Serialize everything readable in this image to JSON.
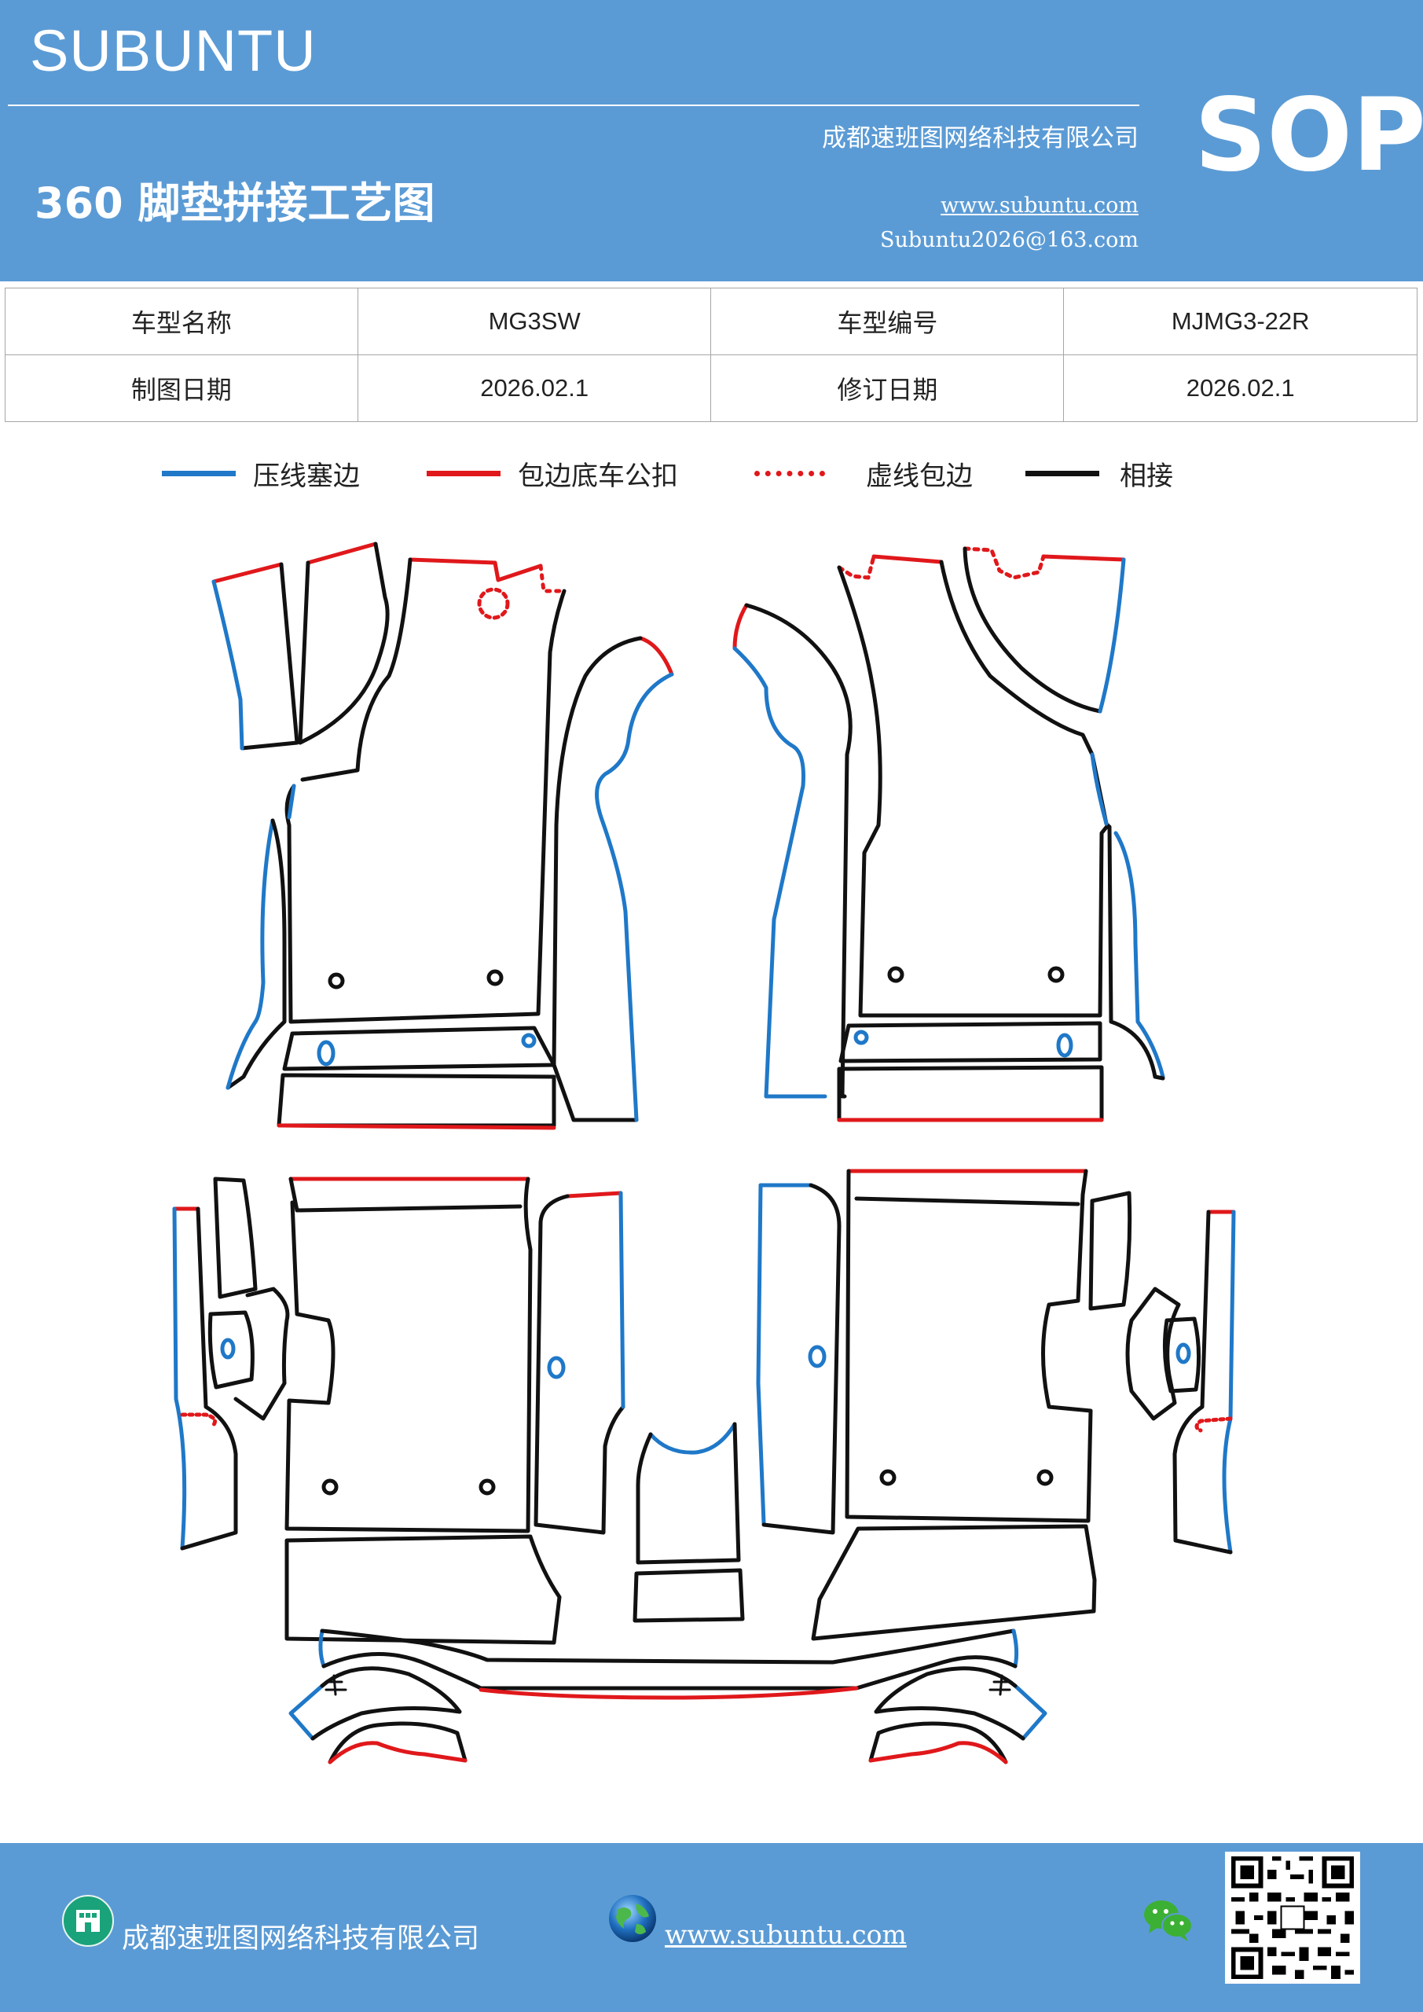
{
  "header": {
    "brand": "SUBUNTU",
    "badge": "SOP",
    "title": "360 脚垫拼接工艺图",
    "company": "成都速班图网络科技有限公司",
    "website": "www.subuntu.com",
    "email": "Subuntu2026@163.com"
  },
  "info_table": {
    "rows": [
      [
        "车型名称",
        "MG3SW",
        "车型编号",
        "MJMG3-22R"
      ],
      [
        "制图日期",
        "2026.02.1",
        "修订日期",
        "2026.02.1"
      ]
    ]
  },
  "legend": [
    {
      "label": "压线塞边",
      "color": "#1f78c8",
      "style": "solid"
    },
    {
      "label": "包边底车公扣",
      "color": "#e0181b",
      "style": "solid"
    },
    {
      "label": "虚线包边",
      "color": "#e0181b",
      "style": "dotted"
    },
    {
      "label": "相接",
      "color": "#111111",
      "style": "solid"
    }
  ],
  "footer": {
    "company": "成都速班图网络科技有限公司",
    "website": "www.subuntu.com ",
    "icons": [
      "building-icon",
      "globe-icon",
      "wechat-icon",
      "qr-code"
    ]
  },
  "colors": {
    "brand_blue": "#5b9bd5",
    "line_blue": "#1f78c8",
    "line_red": "#e0181b",
    "line_black": "#111111"
  }
}
